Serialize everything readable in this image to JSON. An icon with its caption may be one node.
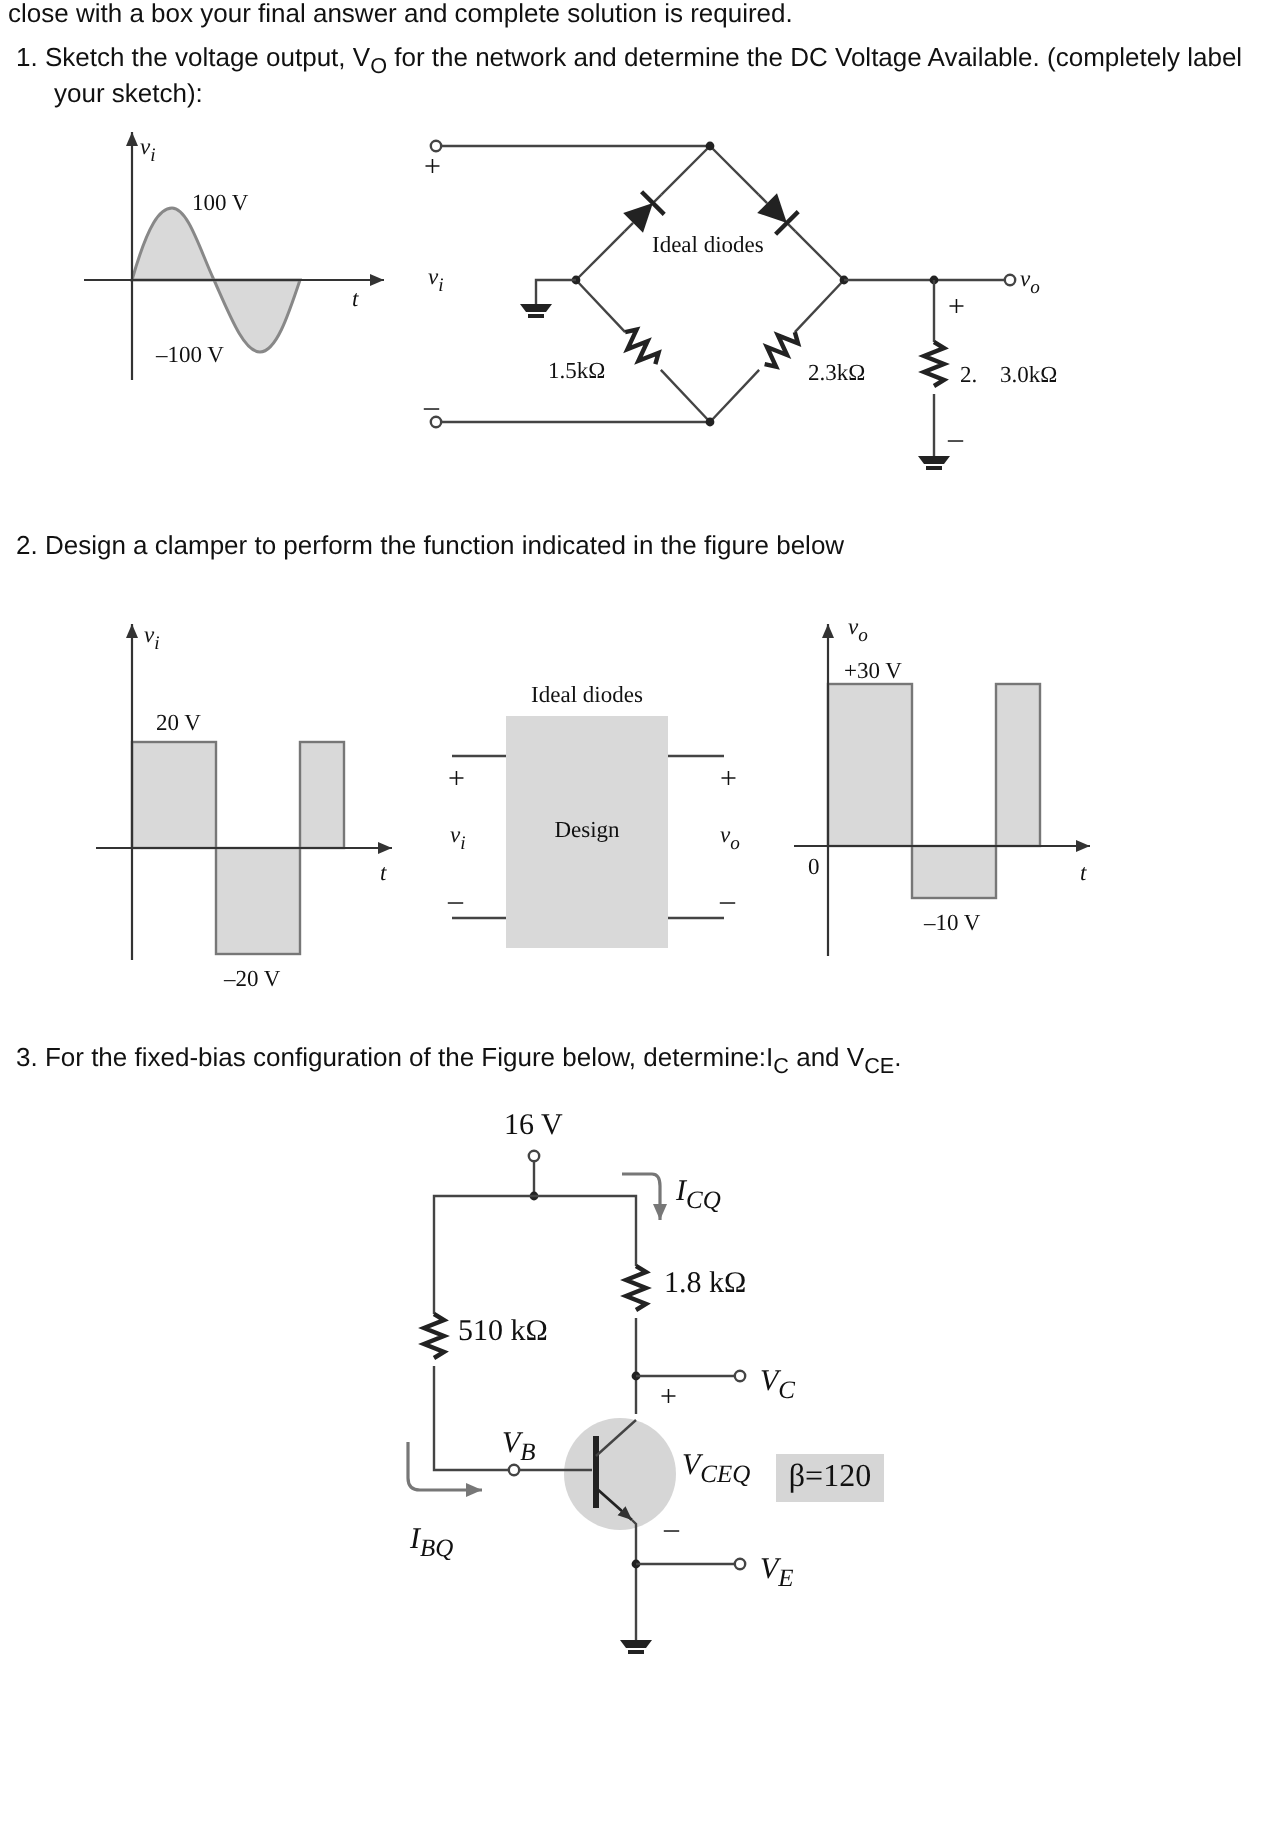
{
  "diagram": {
    "nodes": [
      {
        "text": [
          "Ideal diodes",
          "Design"
        ]
      },
      {
        "text": [
          "β=120"
        ]
      }
    ],
    "labels": [
      "close with a box your final answer and complete solution is required.",
      "1.  Sketch the voltage output, V$_{O}$ for the network and determine the DC Voltage Available. (completely label your sketch):",
      "v$_{i}$",
      "100 V",
      "t",
      "–100 V",
      "+",
      "v$_{i}$",
      "–",
      "Ideal diodes",
      "1.5kΩ",
      "2.3kΩ",
      "v$_{o}$",
      "+",
      "2.",
      "3.0kΩ",
      "–",
      "2.  Design a clamper to perform the function indicated in the figure below",
      "v$_{i}$",
      "20 V",
      "t",
      "–20 V",
      "+",
      "v$_{i}$",
      "–",
      "+",
      "v$_{o}$",
      "–",
      "v$_{o}$",
      "+30 V",
      "0",
      "t",
      "–10 V",
      "3.  For the fixed-bias configuration of the Figure below, determine:I$_{C}$ and V$_{CE}$.",
      "16 V",
      "I$_{CQ}$",
      "1.8 kΩ",
      "510 kΩ",
      "V$_{C}$",
      "+",
      "V$_{B}$",
      "V$_{CEQ}$",
      "I$_{BQ}$",
      "–",
      "V$_{E}$"
    ]
  }
}
